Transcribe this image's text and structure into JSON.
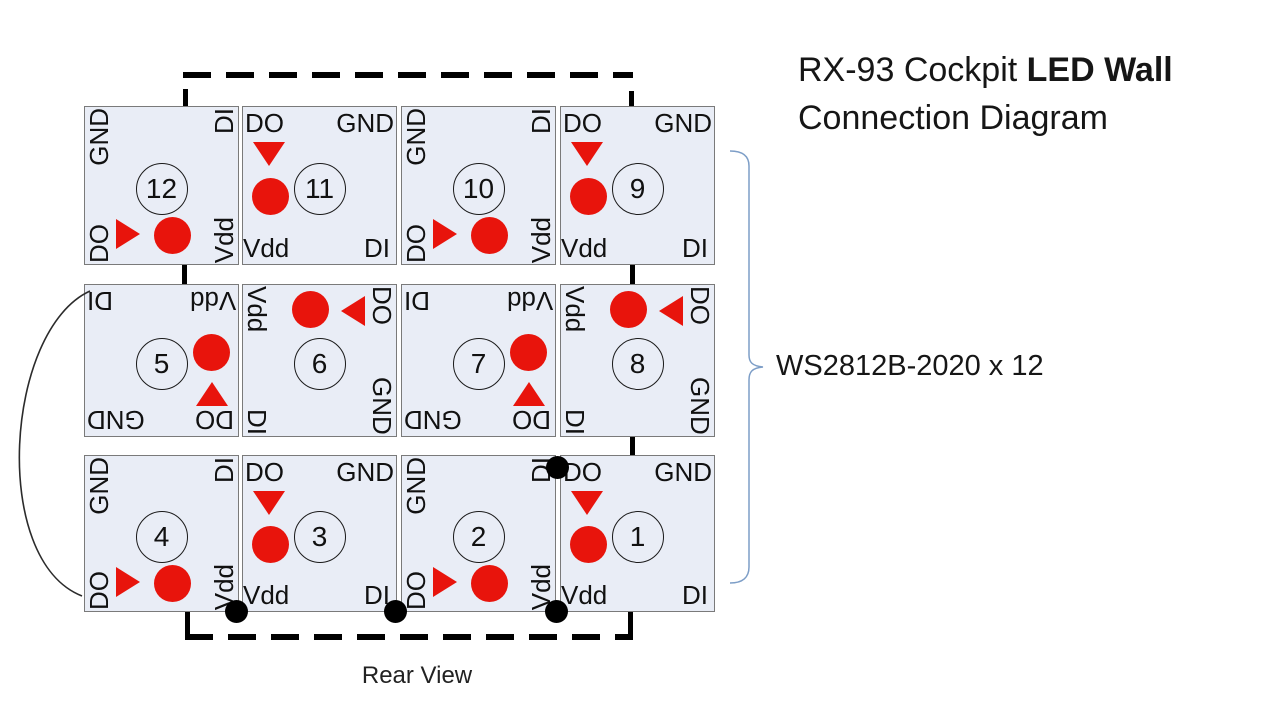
{
  "title": {
    "prefix": "RX-93 Cockpit",
    "bold": "LED Wall",
    "line2": "Connection Diagram"
  },
  "side_label": "WS2812B-2020 x 12",
  "caption": "Rear View",
  "colors": {
    "led_red": "#e8140c",
    "module_fill": "#e9edf6",
    "module_border": "#7a7a7a",
    "brace_blue": "#7d9ec7",
    "wire_black": "#000000"
  },
  "modules": [
    {
      "number": "12",
      "pins": {
        "tl": "GND",
        "tr": "DI",
        "bl": "DO",
        "br": "Vdd"
      }
    },
    {
      "number": "11",
      "pins": {
        "tl": "DO",
        "tr": "GND",
        "bl": "Vdd",
        "br": "DI"
      }
    },
    {
      "number": "10",
      "pins": {
        "tl": "GND",
        "tr": "DI",
        "bl": "DO",
        "br": "Vdd"
      }
    },
    {
      "number": "9",
      "pins": {
        "tl": "DO",
        "tr": "GND",
        "bl": "Vdd",
        "br": "DI"
      }
    },
    {
      "number": "5",
      "pins": {
        "tl": "DI",
        "tr": "Vdd",
        "bl": "GND",
        "br": "DO"
      }
    },
    {
      "number": "6",
      "pins": {
        "tl": "Vdd",
        "tr": "DO",
        "bl": "DI",
        "br": "GND"
      }
    },
    {
      "number": "7",
      "pins": {
        "tl": "DI",
        "tr": "Vdd",
        "bl": "GND",
        "br": "DO"
      }
    },
    {
      "number": "8",
      "pins": {
        "tl": "Vdd",
        "tr": "DO",
        "bl": "DI",
        "br": "GND"
      }
    },
    {
      "number": "4",
      "pins": {
        "tl": "GND",
        "tr": "DI",
        "bl": "DO",
        "br": "Vdd"
      }
    },
    {
      "number": "3",
      "pins": {
        "tl": "DO",
        "tr": "GND",
        "bl": "Vdd",
        "br": "DI"
      }
    },
    {
      "number": "2",
      "pins": {
        "tl": "GND",
        "tr": "DI",
        "bl": "DO",
        "br": "Vdd"
      }
    },
    {
      "number": "1",
      "pins": {
        "tl": "DO",
        "tr": "GND",
        "bl": "Vdd",
        "br": "DI"
      }
    }
  ]
}
